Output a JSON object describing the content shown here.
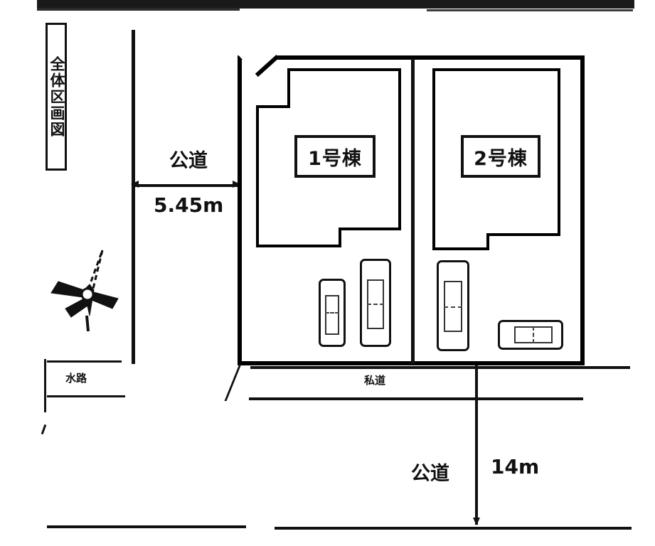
{
  "document": {
    "title": "全体区画図",
    "title_vertical": "全体区画図"
  },
  "lots": [
    {
      "id": "lot-1",
      "building_label": "1号棟"
    },
    {
      "id": "lot-2",
      "building_label": "2号棟"
    }
  ],
  "roads": {
    "west_road_label": "公道",
    "west_road_width": "5.45m",
    "south_road_label": "公道",
    "south_road_width": "14m",
    "private_road_label": "私道",
    "waterway_label": "水路"
  },
  "icons": {
    "compass": "compass-rose-north-icon",
    "car": "car-top-view-icon",
    "arrow_down": "arrow-down-icon",
    "arrow_left": "arrow-left-icon",
    "arrow_right": "arrow-right-icon"
  },
  "colors": {
    "ink": "#111111",
    "paper": "#ffffff"
  }
}
